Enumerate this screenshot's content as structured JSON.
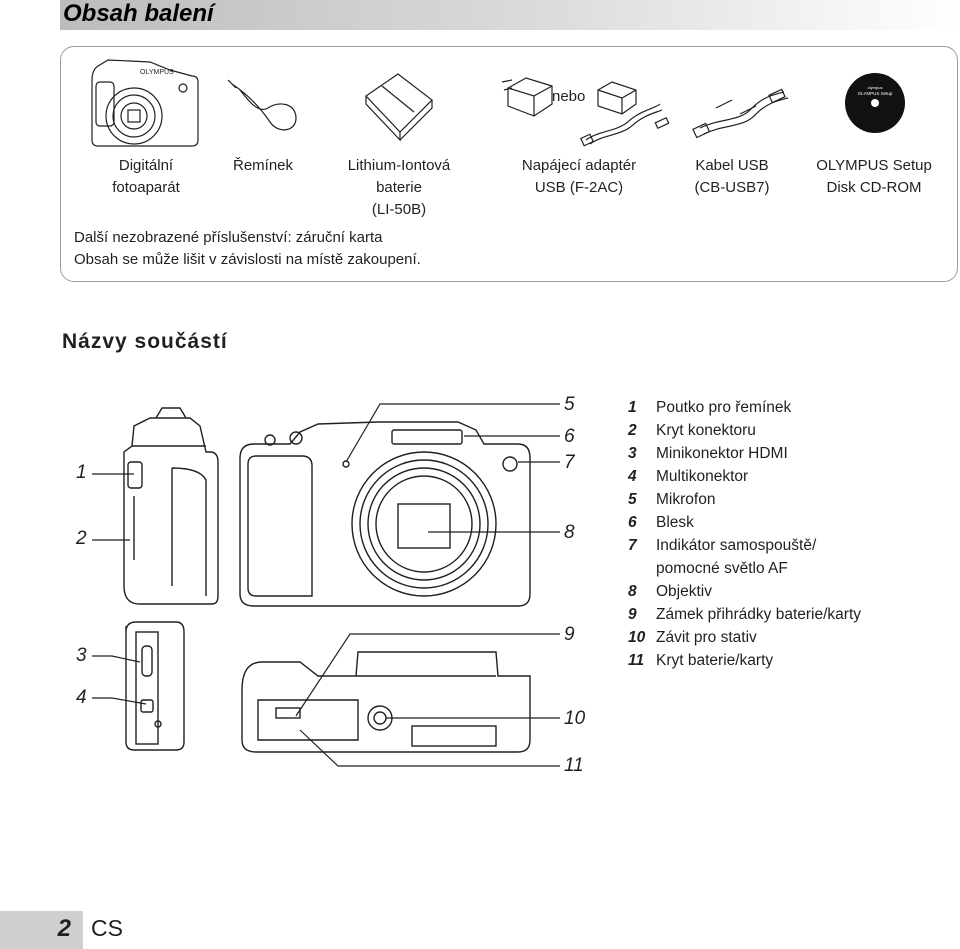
{
  "header": {
    "title": "Obsah balení"
  },
  "package": {
    "items": [
      {
        "label": "Digitální\nfotoaparát",
        "icon": "camera-icon"
      },
      {
        "label": "Řemínek",
        "icon": "strap-icon"
      },
      {
        "label": "Lithium-Iontová\nbaterie\n(LI-50B)",
        "icon": "battery-icon"
      },
      {
        "label": "Napájecí adaptér\nUSB (F-2AC)",
        "icon": "usb-adapter-icon"
      },
      {
        "label": "Kabel USB\n(CB-USB7)",
        "icon": "usb-cable-icon"
      },
      {
        "label": "OLYMPUS Setup\nDisk CD-ROM",
        "icon": "cd-rom-icon"
      }
    ],
    "or_label": "nebo",
    "cd_brand": "OLYMPUS Setup",
    "cd_top": "olympus",
    "note_line1": "Další nezobrazené příslušenství: záruční karta",
    "note_line2": "Obsah se může lišit v závislosti na místě zakoupení."
  },
  "parts": {
    "title": "Názvy součástí",
    "brand": "OLYMPUS",
    "items": [
      {
        "num": "1",
        "label": "Poutko pro řemínek"
      },
      {
        "num": "2",
        "label": "Kryt konektoru"
      },
      {
        "num": "3",
        "label": "Minikonektor HDMI"
      },
      {
        "num": "4",
        "label": "Multikonektor"
      },
      {
        "num": "5",
        "label": "Mikrofon"
      },
      {
        "num": "6",
        "label": "Blesk"
      },
      {
        "num": "7",
        "label": "Indikátor samospouště/",
        "cont": "pomocné světlo AF"
      },
      {
        "num": "8",
        "label": "Objektiv"
      },
      {
        "num": "9",
        "label": "Zámek přihrádky baterie/karty"
      },
      {
        "num": "10",
        "label": "Závit pro stativ"
      },
      {
        "num": "11",
        "label": "Kryt baterie/karty"
      }
    ]
  },
  "footer": {
    "page": "2",
    "lang": "CS"
  }
}
